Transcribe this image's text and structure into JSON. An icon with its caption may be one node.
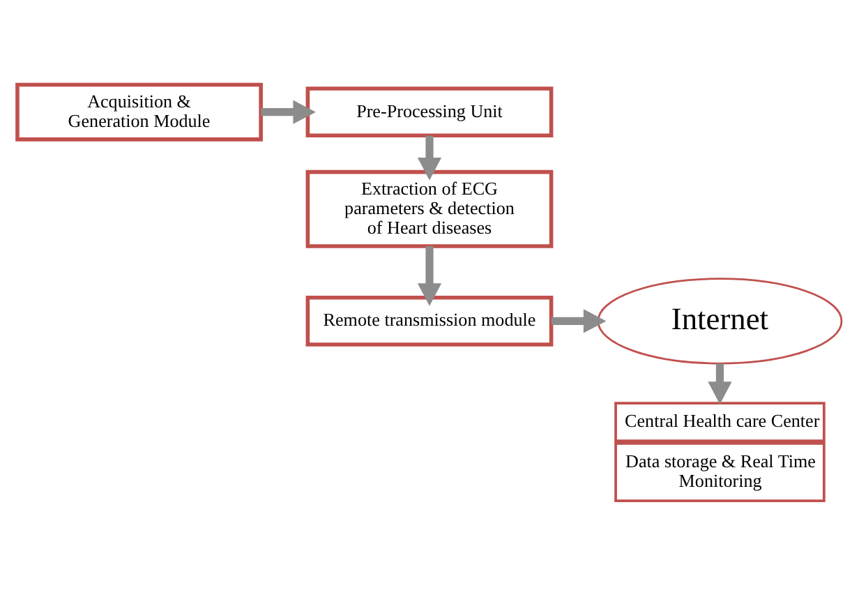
{
  "diagram": {
    "nodes": [
      {
        "text": [
          "Acquisition & Generation Module"
        ]
      },
      {
        "text": [
          "Pre-Processing Unit"
        ]
      },
      {
        "text": [
          "Extraction of ECG parameters & detection of Heart diseases"
        ]
      },
      {
        "text": [
          "Remote transmission module"
        ]
      },
      {
        "text": [
          "Internet"
        ]
      },
      {
        "text": [
          "Central Health care Center",
          "Data storage & Real Time Monitoring"
        ]
      }
    ],
    "edges": [
      {
        "from": 0,
        "to": 1,
        "arrow": "to"
      },
      {
        "from": 1,
        "to": 2,
        "arrow": "to"
      },
      {
        "from": 2,
        "to": 3,
        "arrow": "to"
      },
      {
        "from": 3,
        "to": 4,
        "arrow": "to"
      },
      {
        "from": 4,
        "to": 5,
        "arrow": "to"
      }
    ]
  }
}
